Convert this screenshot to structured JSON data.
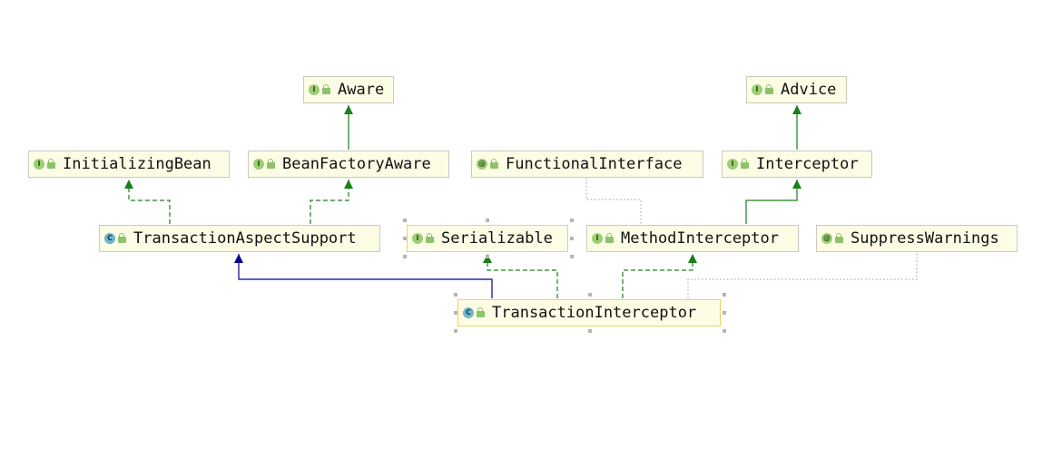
{
  "diagram": {
    "nodes": [
      {
        "id": "aware",
        "label": "Aware",
        "kind": "I"
      },
      {
        "id": "advice",
        "label": "Advice",
        "kind": "I"
      },
      {
        "id": "initializing",
        "label": "InitializingBean",
        "kind": "I"
      },
      {
        "id": "beanfactory",
        "label": "BeanFactoryAware",
        "kind": "I"
      },
      {
        "id": "functional",
        "label": "FunctionalInterface",
        "kind": "@"
      },
      {
        "id": "interceptor",
        "label": "Interceptor",
        "kind": "I"
      },
      {
        "id": "tas",
        "label": "TransactionAspectSupport",
        "kind": "C"
      },
      {
        "id": "serializable",
        "label": "Serializable",
        "kind": "I"
      },
      {
        "id": "methodinterceptor",
        "label": "MethodInterceptor",
        "kind": "I"
      },
      {
        "id": "suppress",
        "label": "SuppressWarnings",
        "kind": "@"
      },
      {
        "id": "ti",
        "label": "TransactionInterceptor",
        "kind": "C"
      }
    ],
    "edges": [
      {
        "from": "beanfactory",
        "to": "aware",
        "style": "extends-interface"
      },
      {
        "from": "interceptor",
        "to": "advice",
        "style": "extends-interface"
      },
      {
        "from": "tas",
        "to": "initializing",
        "style": "implements"
      },
      {
        "from": "tas",
        "to": "beanfactory",
        "style": "implements"
      },
      {
        "from": "methodinterceptor",
        "to": "functional",
        "style": "annotated"
      },
      {
        "from": "methodinterceptor",
        "to": "interceptor",
        "style": "extends-interface"
      },
      {
        "from": "ti",
        "to": "tas",
        "style": "extends-class"
      },
      {
        "from": "ti",
        "to": "serializable",
        "style": "implements"
      },
      {
        "from": "ti",
        "to": "methodinterceptor",
        "style": "implements"
      },
      {
        "from": "ti",
        "to": "suppress",
        "style": "annotated"
      }
    ],
    "colors": {
      "implements": "#1a7f1a",
      "extends_class": "#00008b",
      "annotated": "#9a9a9a",
      "node_fill": "#fdfde6",
      "node_border": "#c9c9c0",
      "selected_border": "#f0d25f"
    }
  }
}
